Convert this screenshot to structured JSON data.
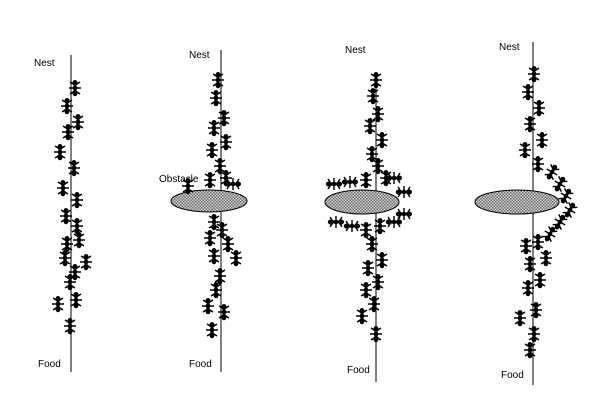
{
  "panels": [
    {
      "nest_label": "Nest",
      "food_label": "Food",
      "obstacle_label": "",
      "has_obstacle": false
    },
    {
      "nest_label": "Nest",
      "food_label": "Food",
      "obstacle_label": "Obstacle",
      "has_obstacle": true
    },
    {
      "nest_label": "Nest",
      "food_label": "Food",
      "obstacle_label": "",
      "has_obstacle": true
    },
    {
      "nest_label": "Nest",
      "food_label": "Food",
      "obstacle_label": "",
      "has_obstacle": true
    }
  ],
  "colors": {
    "ink": "#000000",
    "obstacle_fill": "#b8b8b8"
  },
  "icons": {
    "ant": "ant-icon",
    "obstacle": "obstacle-ellipse"
  }
}
